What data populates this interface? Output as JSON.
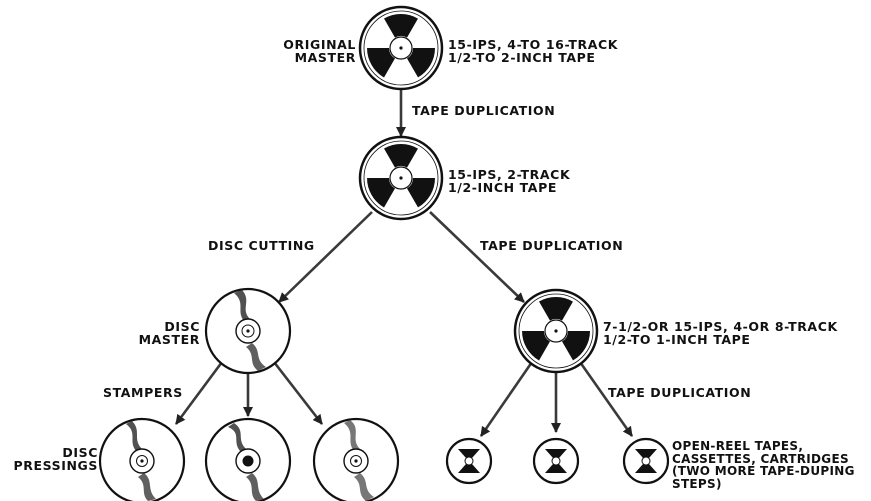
{
  "nodes": {
    "original_master": {
      "label": "ORIGINAL\nMASTER",
      "spec": "15-IPS, 4-TO 16-TRACK\n1/2-TO 2-INCH TAPE"
    },
    "copy_master": {
      "spec": "15-IPS, 2-TRACK\n1/2-INCH TAPE"
    },
    "disc_master": {
      "label": "DISC\nMASTER"
    },
    "tape_master": {
      "spec": "7-1/2-OR 15-IPS, 4-OR 8-TRACK\n1/2-TO 1-INCH TAPE"
    },
    "disc_pressings": {
      "label": "DISC\nPRESSINGS"
    },
    "consumer_tapes": {
      "label": "OPEN-REEL TAPES,\nCASSETTES, CARTRIDGES\n(TWO MORE TAPE-DUPING\nSTEPS)"
    }
  },
  "edges": {
    "dup1": "TAPE DUPLICATION",
    "disc_cutting": "DISC CUTTING",
    "dup2": "TAPE DUPLICATION",
    "stampers": "STAMPERS",
    "dup3": "TAPE DUPLICATION"
  },
  "colors": {
    "ink": "#111111",
    "arrow": "#3a3a3a",
    "paper": "#ffffff"
  }
}
